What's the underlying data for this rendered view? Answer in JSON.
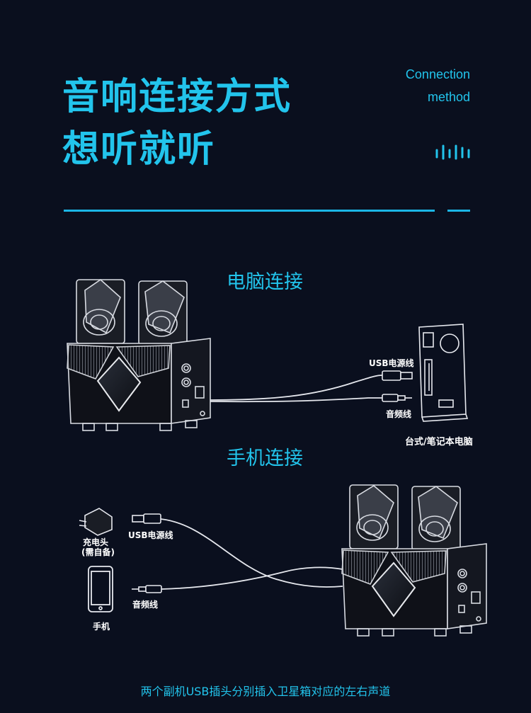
{
  "header": {
    "title_line1": "音响连接方式",
    "title_line2": "想听就听",
    "en_line1": "Connection",
    "en_line2": "method"
  },
  "section_pc": {
    "title": "电脑连接",
    "usb_label": "USB电源线",
    "audio_label": "音频线",
    "computer_label": "台式/笔记本电脑"
  },
  "section_phone": {
    "title": "手机连接",
    "charger_label_1": "充电头",
    "charger_label_2": "(需自备)",
    "usb_label": "USB电源线",
    "audio_label": "音频线",
    "phone_label": "手机"
  },
  "footer": {
    "note": "两个副机USB插头分别插入卫星箱对应的左右声道"
  },
  "colors": {
    "background": "#0a0f1e",
    "accent": "#22c4ec",
    "line": "#ffffff"
  },
  "icons": [
    "sound-wave-icon",
    "speaker-set-illustration",
    "computer-tower-illustration",
    "phone-illustration",
    "charger-illustration",
    "usb-plug-icon",
    "audio-jack-icon"
  ]
}
